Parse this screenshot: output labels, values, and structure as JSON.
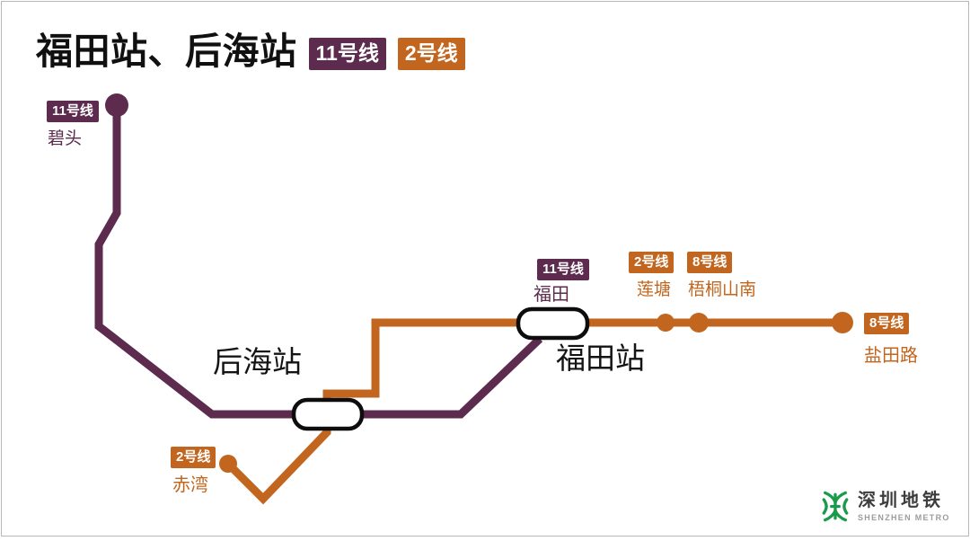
{
  "title": {
    "text": "福田站、后海站",
    "badges": [
      {
        "label": "11号线",
        "line": "line11"
      },
      {
        "label": "2号线",
        "line": "line2"
      }
    ]
  },
  "map": {
    "bitou": {
      "badge": "11号线",
      "name": "碧头"
    },
    "houhai": {
      "name": "后海站"
    },
    "futian_big": {
      "name": "福田站"
    },
    "futian": {
      "badge": "11号线",
      "name": "福田"
    },
    "liantang": {
      "badge": "2号线",
      "name": "莲塘"
    },
    "wutongshannan": {
      "badge": "8号线",
      "name": "梧桐山南"
    },
    "yantianlu": {
      "badge": "8号线",
      "name": "盐田路"
    },
    "chiwan": {
      "badge": "2号线",
      "name": "赤湾"
    }
  },
  "logo": {
    "cn": "深圳地铁",
    "en": "SHENZHEN METRO"
  },
  "colors": {
    "line11": "#5C2B4E",
    "line2_line8": "#C2661F",
    "title_text": "#101010",
    "logo_green": "#189B4A",
    "frame_border": "#B8B8B8"
  }
}
